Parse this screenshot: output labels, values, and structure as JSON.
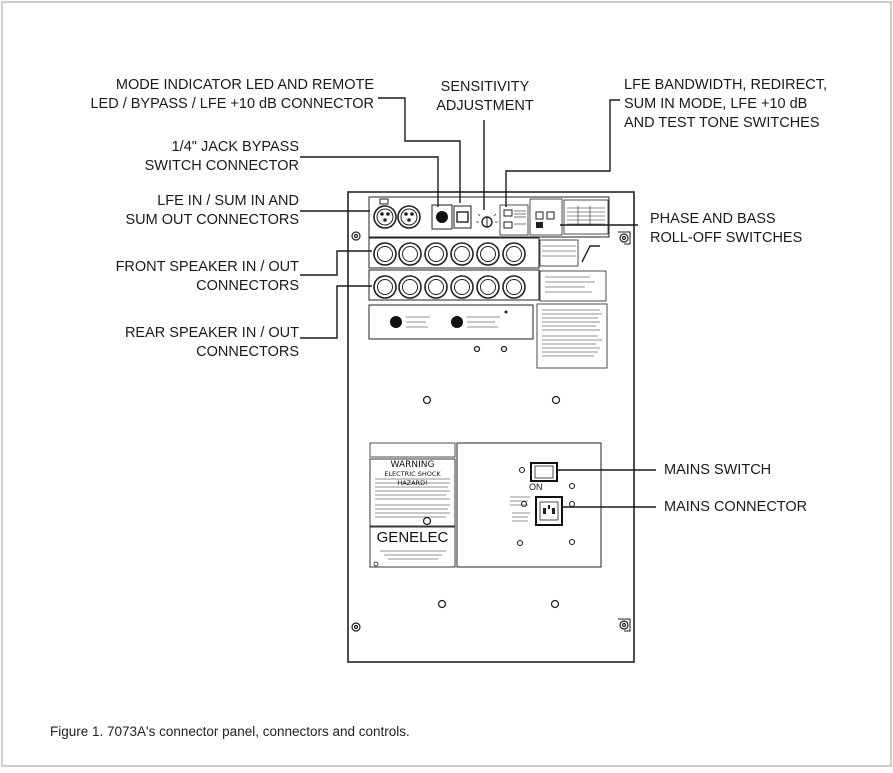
{
  "callouts": {
    "mode_led": [
      "MODE INDICATOR LED AND REMOTE",
      "LED / BYPASS / LFE +10 dB CONNECTOR"
    ],
    "sensitivity": [
      "SENSITIVITY",
      "ADJUSTMENT"
    ],
    "lfe_switches": [
      "LFE BANDWIDTH, REDIRECT,",
      "SUM IN MODE, LFE +10 dB",
      "AND TEST TONE SWITCHES"
    ],
    "jack_bypass": [
      "1/4\" JACK BYPASS",
      "SWITCH CONNECTOR"
    ],
    "lfe_in": [
      "LFE IN / SUM IN AND",
      "SUM OUT CONNECTORS"
    ],
    "phase_bass": [
      "PHASE AND BASS",
      "ROLL-OFF SWITCHES"
    ],
    "front_speaker": [
      "FRONT SPEAKER IN / OUT",
      "CONNECTORS"
    ],
    "rear_speaker": [
      "REAR SPEAKER IN / OUT",
      "CONNECTORS"
    ],
    "mains_switch": "MAINS SWITCH",
    "mains_connector": "MAINS CONNECTOR"
  },
  "panel": {
    "warning_title": "WARNING",
    "warning_subtitle": "ELECTRIC SHOCK HAZARD!",
    "brand": "GENELEC",
    "on_label": "ON"
  },
  "caption": "Figure 1. 7073A's connector panel, connectors and controls."
}
